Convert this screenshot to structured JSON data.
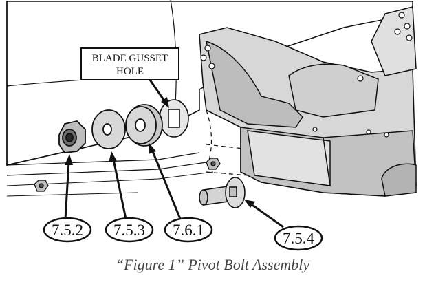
{
  "annotation": {
    "lines": [
      "BLADE GUSSET",
      "HOLE"
    ]
  },
  "callouts": [
    "7.5.2",
    "7.5.3",
    "7.6.1",
    "7.5.4"
  ],
  "caption": "“Figure 1” Pivot Bolt Assembly",
  "colors": {
    "line": "#111111",
    "part_fill": "#d7d7d7",
    "part_dark": "#b3b3b3",
    "part_light": "#ececec",
    "caption": "#444444"
  }
}
